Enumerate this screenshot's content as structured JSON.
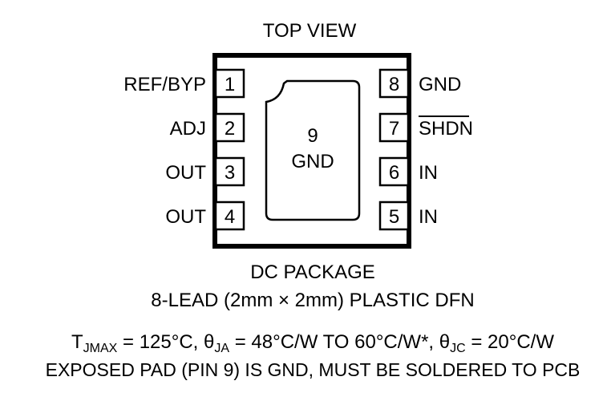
{
  "diagram": {
    "view_label": "TOP VIEW",
    "pins_left": [
      {
        "name": "REF/BYP",
        "number": "1"
      },
      {
        "name": "ADJ",
        "number": "2"
      },
      {
        "name": "OUT",
        "number": "3"
      },
      {
        "name": "OUT",
        "number": "4"
      }
    ],
    "pins_right": [
      {
        "number": "8",
        "name": "GND"
      },
      {
        "number": "7",
        "name": "SHDN",
        "overbar": true
      },
      {
        "number": "6",
        "name": "IN"
      },
      {
        "number": "5",
        "name": "IN"
      }
    ],
    "exposed_pad": {
      "number": "9",
      "name": "GND"
    },
    "package_name": "DC PACKAGE",
    "package_desc": "8-LEAD (2mm × 2mm) PLASTIC DFN",
    "thermal": {
      "tjmax_sym": "T",
      "tjmax_sub": "JMAX",
      "tjmax_val": " = 125°C, ",
      "theta_ja_sym": "θ",
      "theta_ja_sub": "JA",
      "theta_ja_val": " = 48°C/W TO 60°C/W*, ",
      "theta_jc_sym": "θ",
      "theta_jc_sub": "JC",
      "theta_jc_val": " = 20°C/W"
    },
    "note": "EXPOSED PAD (PIN 9) IS GND, MUST BE SOLDERED TO PCB"
  }
}
